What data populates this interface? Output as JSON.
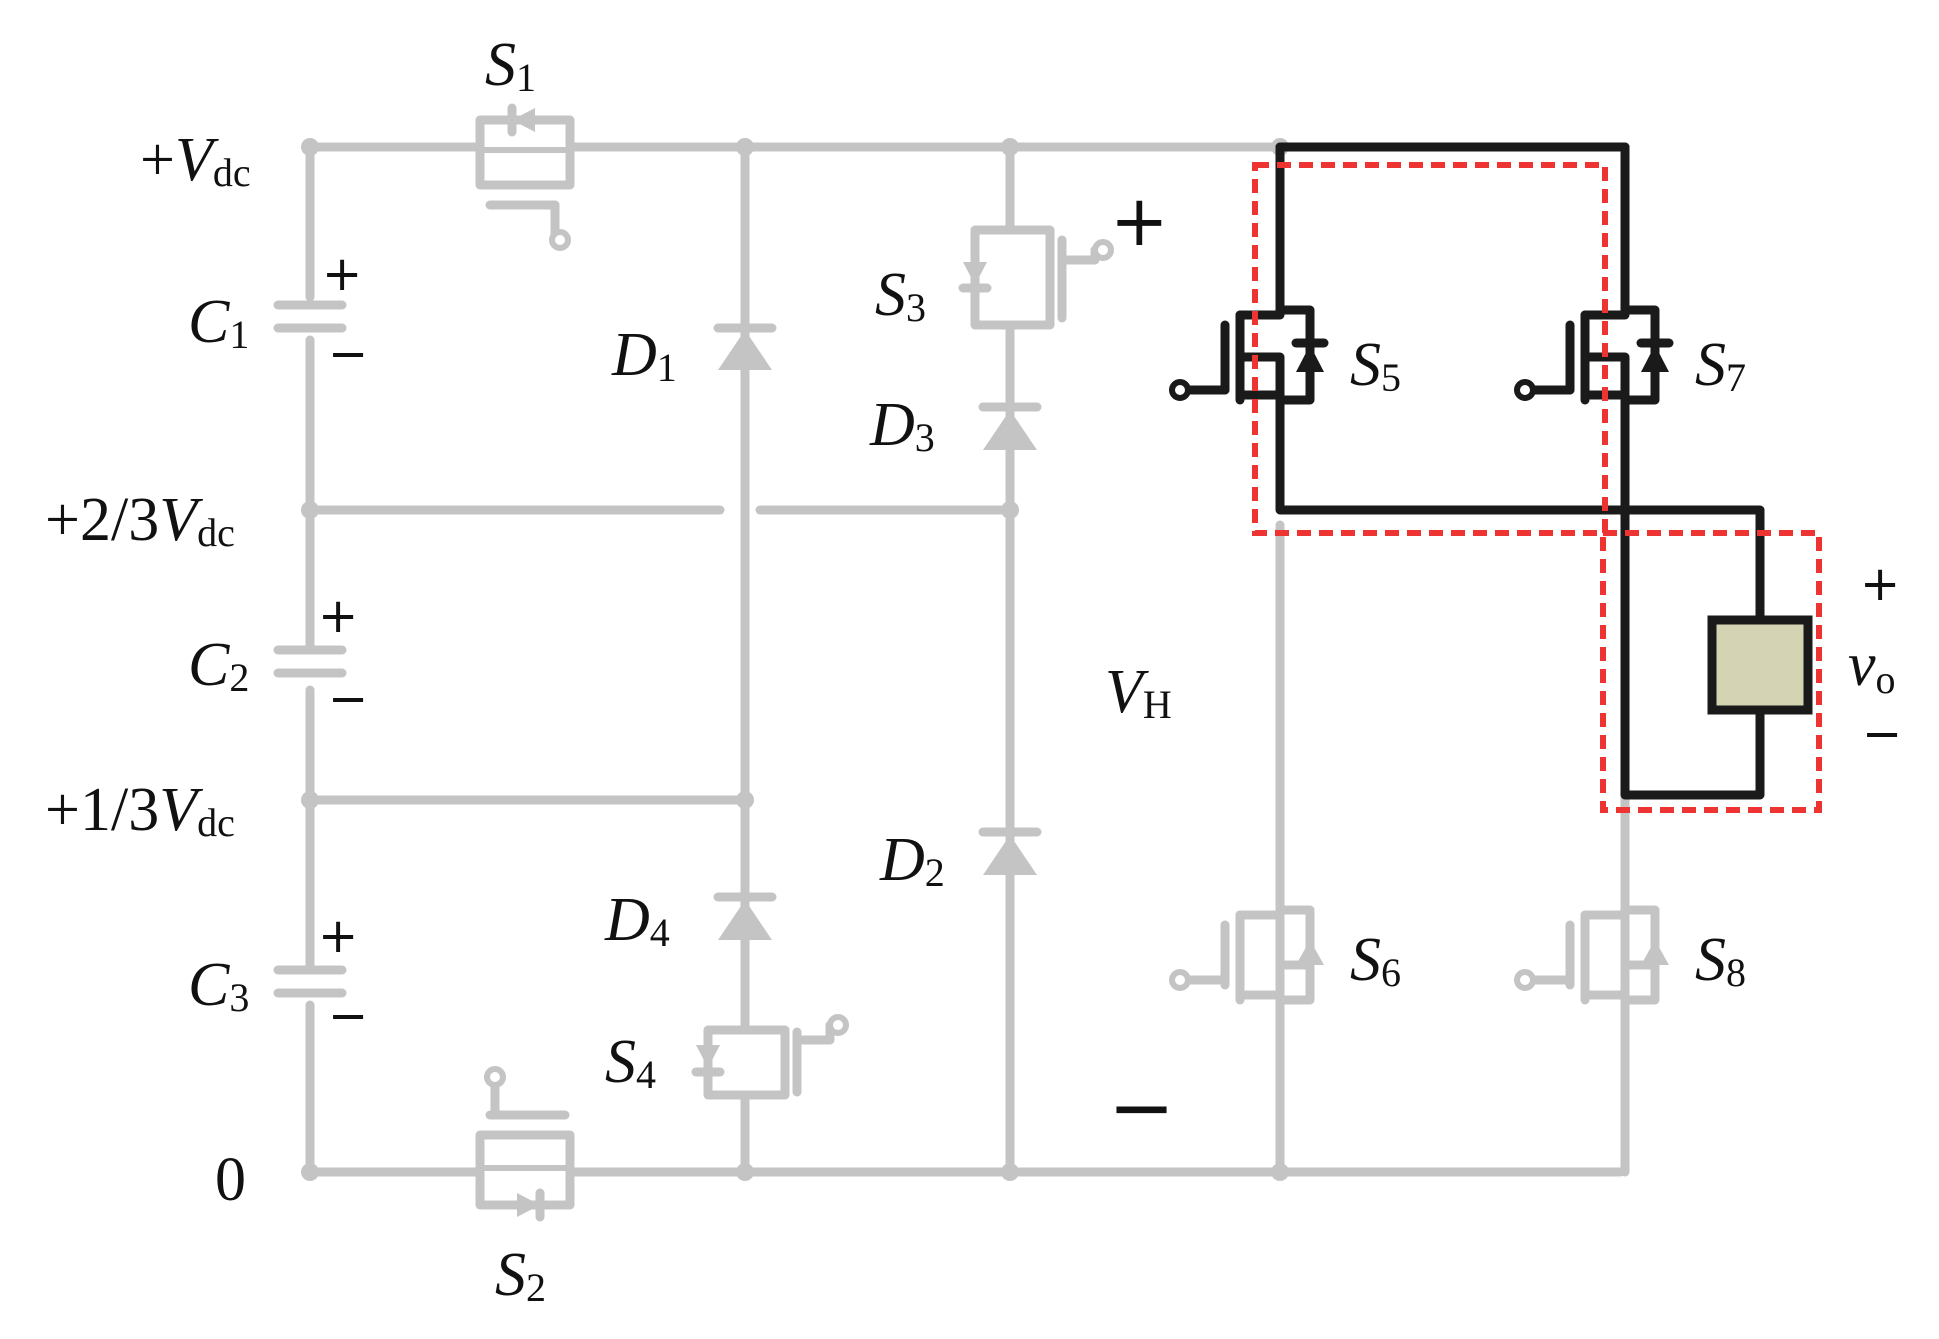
{
  "labels": {
    "vdc_sym": "V",
    "dc_sub": "dc",
    "plus_vdc_prefix": "+",
    "two_third_prefix": "+2/3",
    "one_third_prefix": "+1/3",
    "zero": "0",
    "c_sym": "C",
    "c1_sub": "1",
    "c2_sub": "2",
    "c3_sub": "3",
    "s_sym": "S",
    "s1_sub": "1",
    "s2_sub": "2",
    "s3_sub": "3",
    "s4_sub": "4",
    "s5_sub": "5",
    "s6_sub": "6",
    "s7_sub": "7",
    "s8_sub": "8",
    "d_sym": "D",
    "d1_sub": "1",
    "d2_sub": "2",
    "d3_sub": "3",
    "d4_sub": "4",
    "vh_sym": "V",
    "vh_sub": "H",
    "vo_sym": "v",
    "vo_sub": "o",
    "plus": "+",
    "minus": "−"
  },
  "colors": {
    "inactive": "#c4c4c4",
    "active": "#1a1a1a",
    "highlight": "#ee3333",
    "load_fill": "#d4d4b4"
  }
}
